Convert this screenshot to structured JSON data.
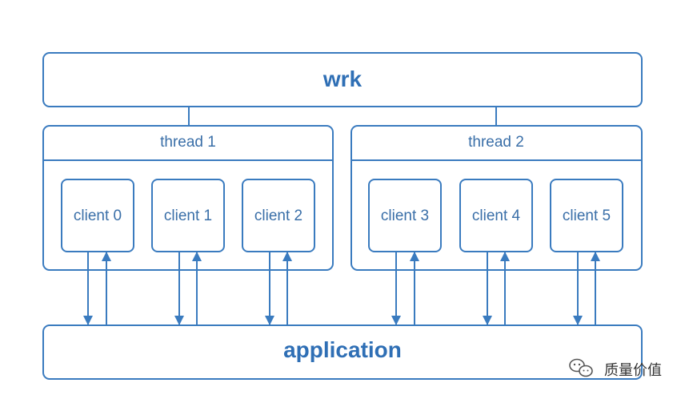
{
  "title": "wrk",
  "threads": [
    {
      "label": "thread 1",
      "clients": [
        "client 0",
        "client 1",
        "client 2"
      ]
    },
    {
      "label": "thread 2",
      "clients": [
        "client 3",
        "client 4",
        "client 5"
      ]
    }
  ],
  "application": "application",
  "watermark": {
    "text": "质量价值",
    "icon": "wechat-icon"
  },
  "colors": {
    "stroke": "#3a7bbf",
    "text": "#2f6fb5",
    "background": "#ffffff"
  }
}
